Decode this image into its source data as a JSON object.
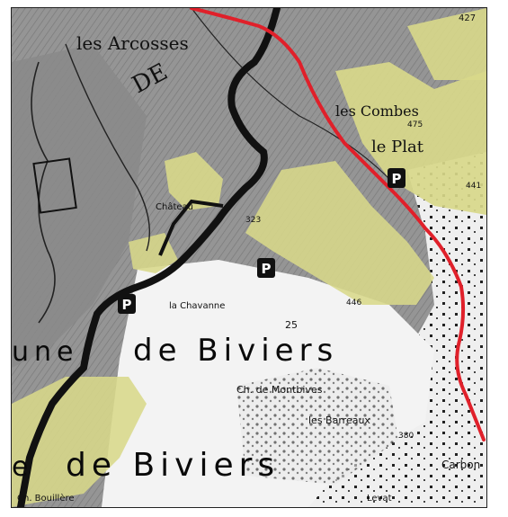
{
  "map": {
    "labels": {
      "arcosses": "les Arcosses",
      "de_top": "DE",
      "combes": "les Combes",
      "plat": "le Plat",
      "chateau": "Château",
      "chavanne": "la Chavanne",
      "biviers_1": "de Biviers",
      "biviers_1_prefix": "une",
      "biviers_2": "de Biviers",
      "biviers_2_prefix": "e",
      "monfleury": "Ch. de Montbives",
      "barreaux": "les Barreaux",
      "carbone": "Carbon",
      "levat": "Levat",
      "bouillere": "Ch. Bouillère",
      "num_427": "427",
      "num_475": "475",
      "num_441": "441",
      "num_323": "323",
      "num_446": "446",
      "num_380": "380",
      "num_25": "25"
    },
    "parking_symbol": "P",
    "colors": {
      "grey_relief": "#8e8e8e",
      "white_town": "#f2f2f2",
      "yellow_zone": "#d8d88a",
      "red_route": "#e0202a",
      "black_road": "#111111"
    }
  }
}
